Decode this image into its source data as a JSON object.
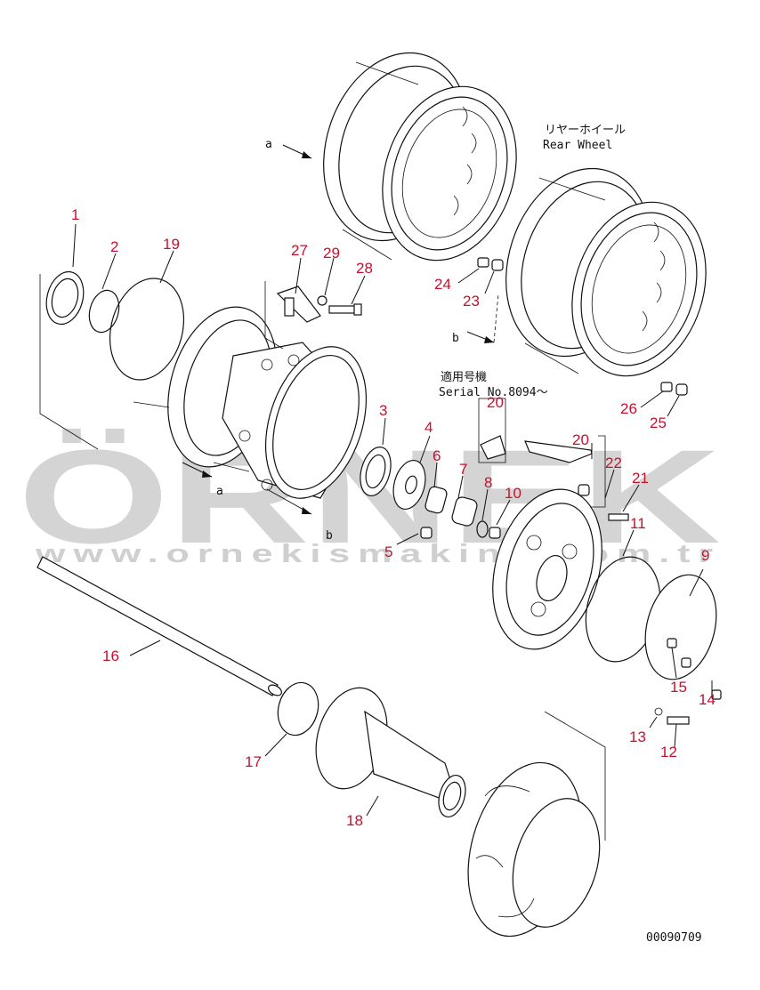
{
  "diagram": {
    "drawing_code": "00090709",
    "rear_wheel_jp": "リヤーホイール",
    "rear_wheel_en": "Rear Wheel",
    "serial_jp": "適用号機",
    "serial_en": "Serial No.8094～",
    "view_markers": {
      "a_top": "a",
      "b_top": "b",
      "a_hub": "a",
      "b_hub": "b"
    }
  },
  "watermark": {
    "brand": "ÖRNEK",
    "url": "www.ornekismakina.com.tr"
  },
  "parts": [
    {
      "id": "p1",
      "num": "1"
    },
    {
      "id": "p2",
      "num": "2"
    },
    {
      "id": "p3",
      "num": "3"
    },
    {
      "id": "p4",
      "num": "4"
    },
    {
      "id": "p5",
      "num": "5"
    },
    {
      "id": "p6",
      "num": "6"
    },
    {
      "id": "p7",
      "num": "7"
    },
    {
      "id": "p8",
      "num": "8"
    },
    {
      "id": "p9",
      "num": "9"
    },
    {
      "id": "p10",
      "num": "10"
    },
    {
      "id": "p11",
      "num": "11"
    },
    {
      "id": "p12",
      "num": "12"
    },
    {
      "id": "p13",
      "num": "13"
    },
    {
      "id": "p14",
      "num": "14"
    },
    {
      "id": "p15",
      "num": "15"
    },
    {
      "id": "p16",
      "num": "16"
    },
    {
      "id": "p17",
      "num": "17"
    },
    {
      "id": "p18",
      "num": "18"
    },
    {
      "id": "p19",
      "num": "19"
    },
    {
      "id": "p20a",
      "num": "20"
    },
    {
      "id": "p20b",
      "num": "20"
    },
    {
      "id": "p21",
      "num": "21"
    },
    {
      "id": "p22",
      "num": "22"
    },
    {
      "id": "p23",
      "num": "23"
    },
    {
      "id": "p24",
      "num": "24"
    },
    {
      "id": "p25",
      "num": "25"
    },
    {
      "id": "p26",
      "num": "26"
    },
    {
      "id": "p27",
      "num": "27"
    },
    {
      "id": "p28",
      "num": "28"
    },
    {
      "id": "p29",
      "num": "29"
    }
  ]
}
